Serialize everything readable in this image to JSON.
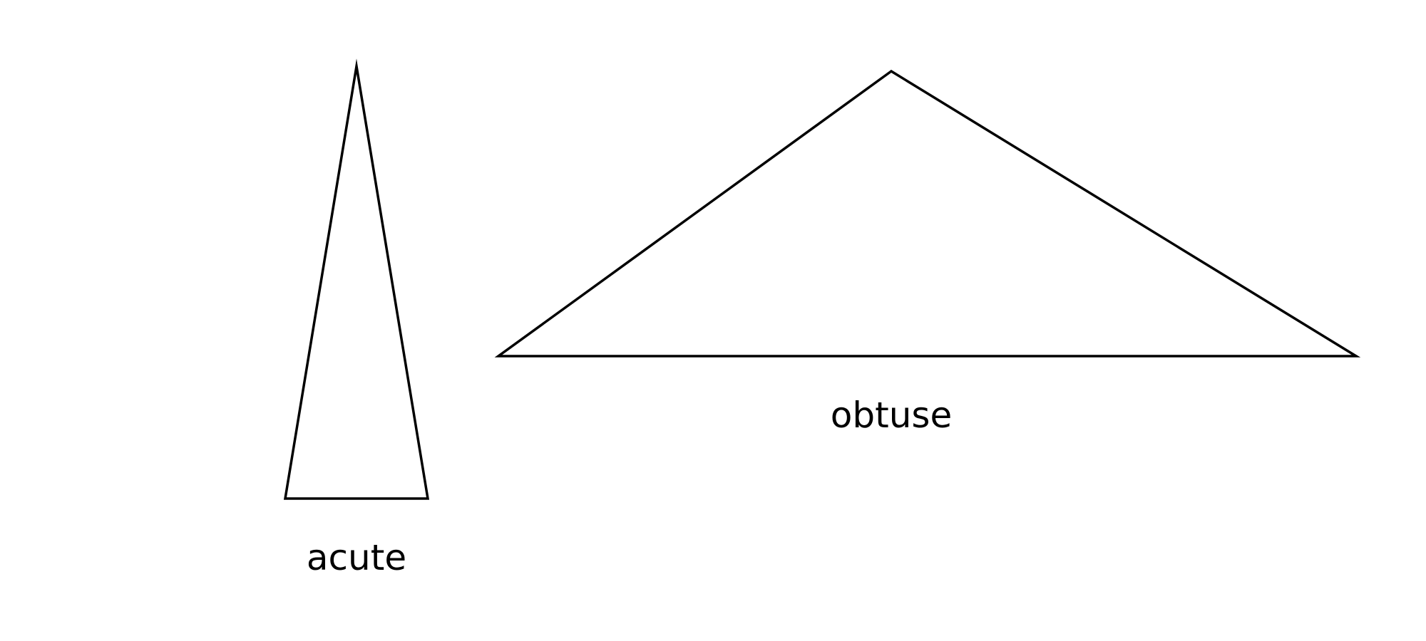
{
  "shapes": [
    {
      "kind": "triangle",
      "label": "acute"
    },
    {
      "kind": "triangle",
      "label": "obtuse"
    }
  ],
  "colors": {
    "stroke": "#000000",
    "text": "#000000",
    "background": "#ffffff"
  }
}
